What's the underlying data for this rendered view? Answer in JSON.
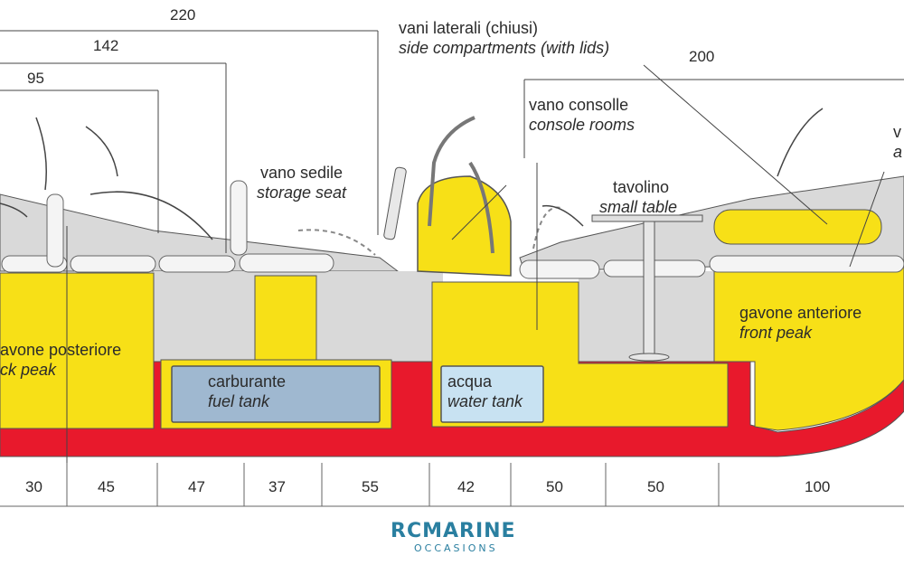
{
  "dimensions": {
    "d220": "220",
    "d142": "142",
    "d95": "95",
    "d200": "200"
  },
  "labels": {
    "side_compartments_it": "vani laterali (chiusi)",
    "side_compartments_en": "side compartments (with lids)",
    "console_it": "vano consolle",
    "console_en": "console rooms",
    "storage_seat_it": "vano sedile",
    "storage_seat_en": "storage seat",
    "table_it": "tavolino",
    "table_en": "small table",
    "front_peak_it": "gavone anteriore",
    "front_peak_en": "front peak",
    "back_peak_it": "avone posteriore",
    "back_peak_en": "ck peak",
    "fuel_it": "carburante",
    "fuel_en": "fuel tank",
    "water_it": "acqua",
    "water_en": "water tank",
    "partial_right_top": "v",
    "partial_right_bottom": "a"
  },
  "segments": [
    "30",
    "45",
    "47",
    "37",
    "55",
    "42",
    "50",
    "50",
    "100"
  ],
  "logo": {
    "brand": "RCMARINE",
    "tagline": "OCCASIONS"
  },
  "colors": {
    "hull_red": "#e8192c",
    "compartment_yellow": "#f7e017",
    "fuel_blue": "#9fb8d0",
    "water_blue": "#c8e2f2",
    "deck_gray": "#d9d9d9",
    "brand_teal": "#2a7fa0"
  }
}
